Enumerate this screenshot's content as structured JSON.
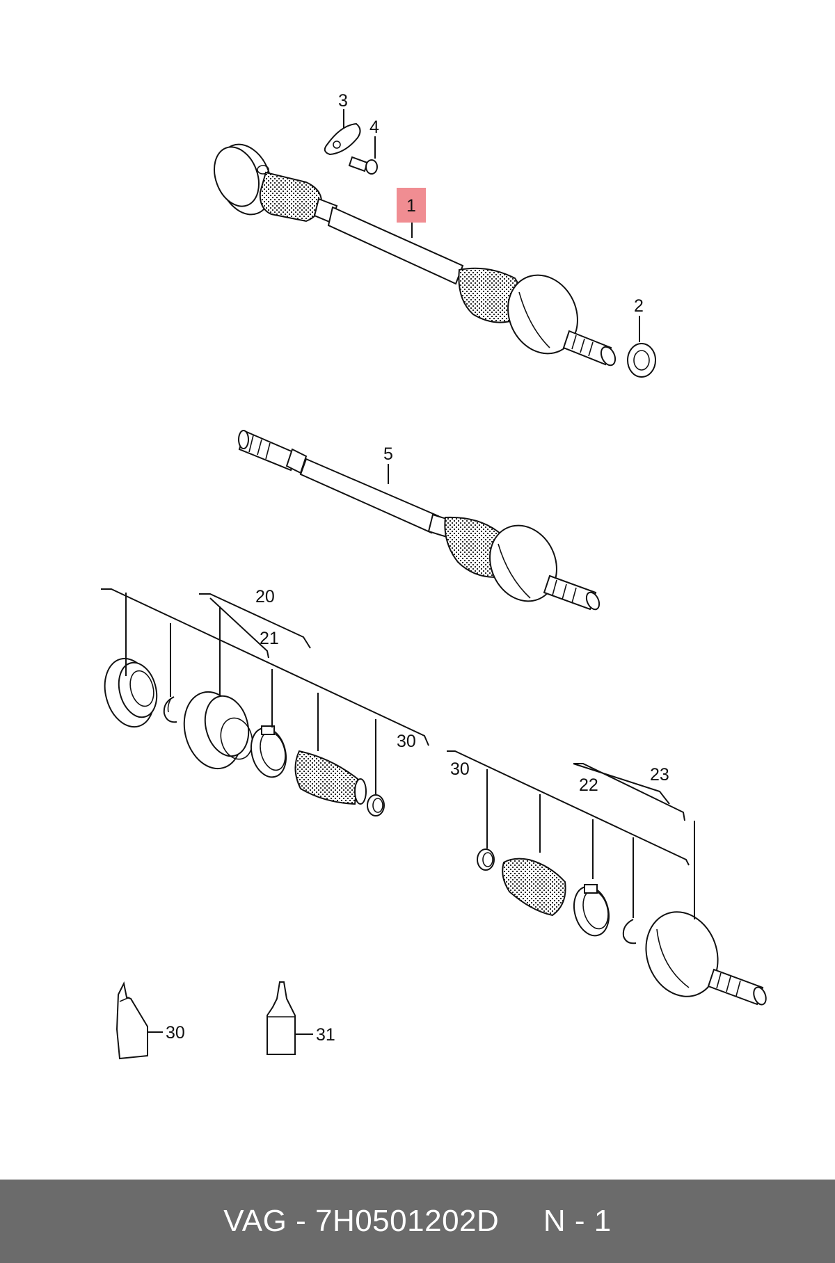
{
  "colors": {
    "highlight": "#f08d92",
    "footer_bg": "#6b6b6b",
    "footer_text": "#ffffff",
    "line": "#111111"
  },
  "callouts": {
    "c1": "1",
    "c2": "2",
    "c3": "3",
    "c4": "4",
    "c5": "5",
    "c20": "20",
    "c21": "21",
    "c23": "23",
    "c22": "22",
    "c30a": "30",
    "c30b": "30",
    "c30c": "30",
    "c31": "31"
  },
  "footer": {
    "brand": "VAG",
    "separator": " - ",
    "part_number": "7H0501202D",
    "gap": "     ",
    "suffix": "N - 1"
  }
}
